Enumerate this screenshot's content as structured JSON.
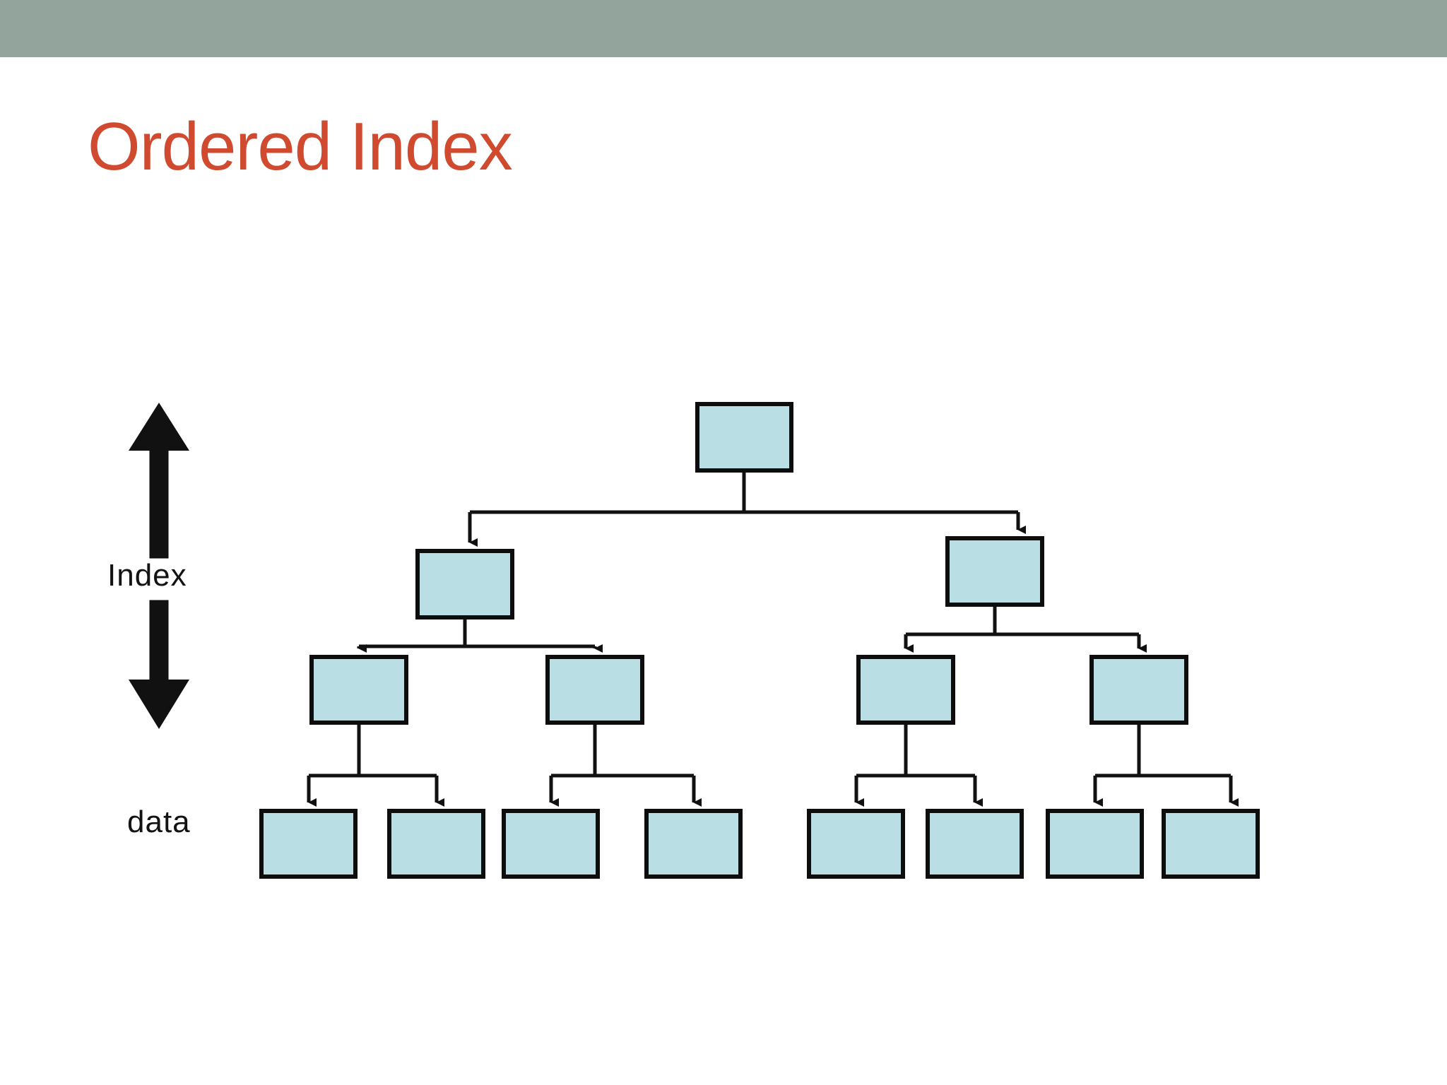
{
  "slide": {
    "title": "Ordered Index",
    "title_color": "#d04a2f",
    "header_color": "#93a49d",
    "background_color": "#ffffff"
  },
  "diagram": {
    "type": "tree",
    "node_fill": "#b9dee4",
    "node_stroke": "#0d0d0d",
    "connector_color": "#111111",
    "labels": {
      "index": "Index",
      "data": "data"
    },
    "index_arrow": {
      "name": "double-headed-vertical-arrow",
      "direction": "up-down",
      "color": "#111111"
    },
    "levels": [
      {
        "name": "root",
        "count": 1,
        "nodes": [
          {
            "id": "n0",
            "label": ""
          }
        ]
      },
      {
        "name": "internal-level-1",
        "count": 2,
        "nodes": [
          {
            "id": "n1",
            "label": ""
          },
          {
            "id": "n2",
            "label": ""
          }
        ]
      },
      {
        "name": "internal-level-2",
        "count": 4,
        "nodes": [
          {
            "id": "n3",
            "label": ""
          },
          {
            "id": "n4",
            "label": ""
          },
          {
            "id": "n5",
            "label": ""
          },
          {
            "id": "n6",
            "label": ""
          }
        ]
      },
      {
        "name": "data-blocks",
        "count": 8,
        "nodes": [
          {
            "id": "d1",
            "label": ""
          },
          {
            "id": "d2",
            "label": ""
          },
          {
            "id": "d3",
            "label": ""
          },
          {
            "id": "d4",
            "label": ""
          },
          {
            "id": "d5",
            "label": ""
          },
          {
            "id": "d6",
            "label": ""
          },
          {
            "id": "d7",
            "label": ""
          },
          {
            "id": "d8",
            "label": ""
          }
        ]
      }
    ]
  }
}
